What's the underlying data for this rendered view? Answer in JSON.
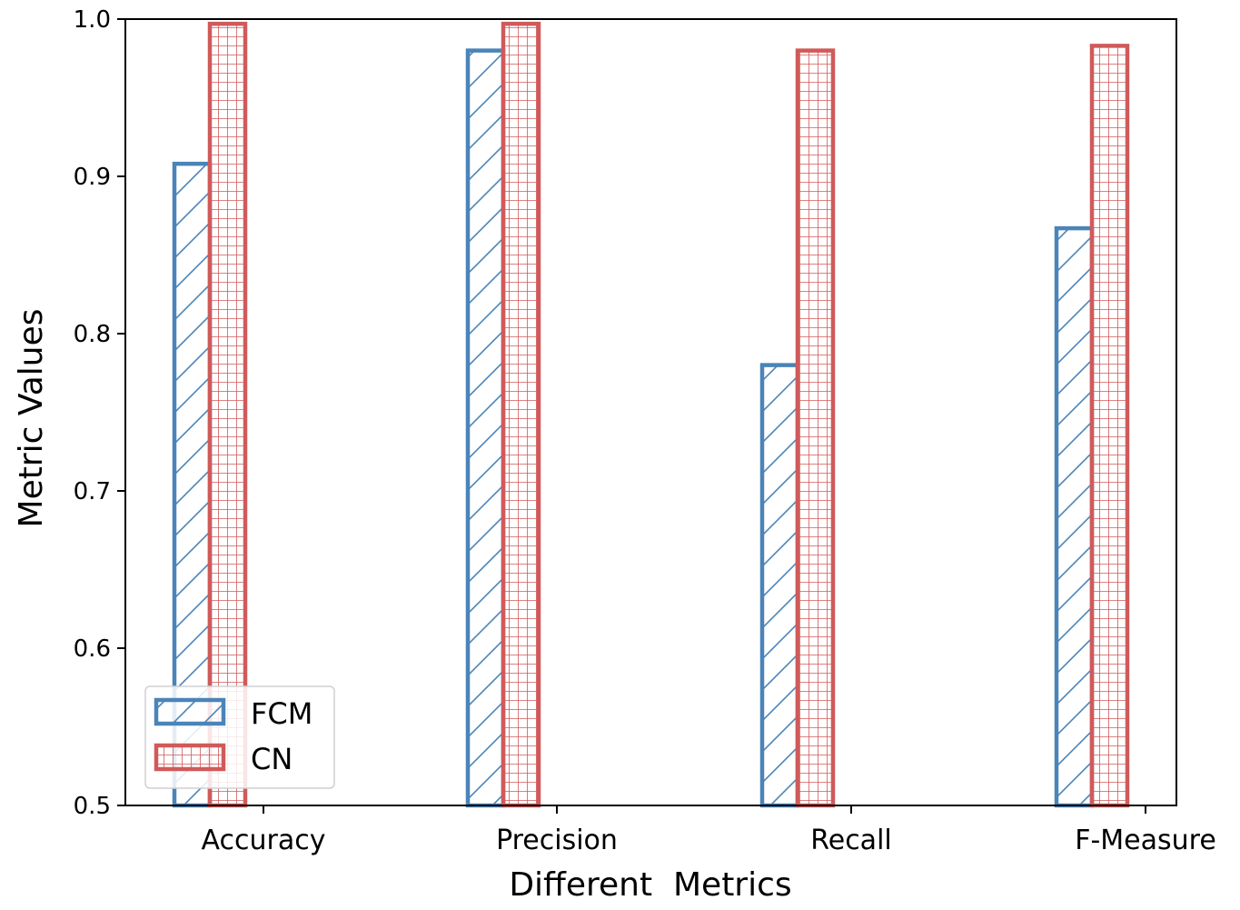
{
  "chart_data": {
    "type": "bar",
    "title": "",
    "xlabel": "Different  Metrics",
    "ylabel": "Metric Values",
    "categories": [
      "Accuracy",
      "Precision",
      "Recall",
      "F-Measure"
    ],
    "ylim": [
      0.5,
      1.0
    ],
    "yticks": [
      "0.5",
      "0.6",
      "0.7",
      "0.8",
      "0.9",
      "1.0"
    ],
    "grid": false,
    "legend_position": "lower-left",
    "series": [
      {
        "name": "FCM",
        "values": [
          0.908,
          0.98,
          0.78,
          0.867
        ],
        "color": "#4a84b8",
        "hatch": "diagonal"
      },
      {
        "name": "CN",
        "values": [
          0.997,
          0.997,
          0.98,
          0.983
        ],
        "color": "#d05a5a",
        "hatch": "grid"
      }
    ]
  }
}
